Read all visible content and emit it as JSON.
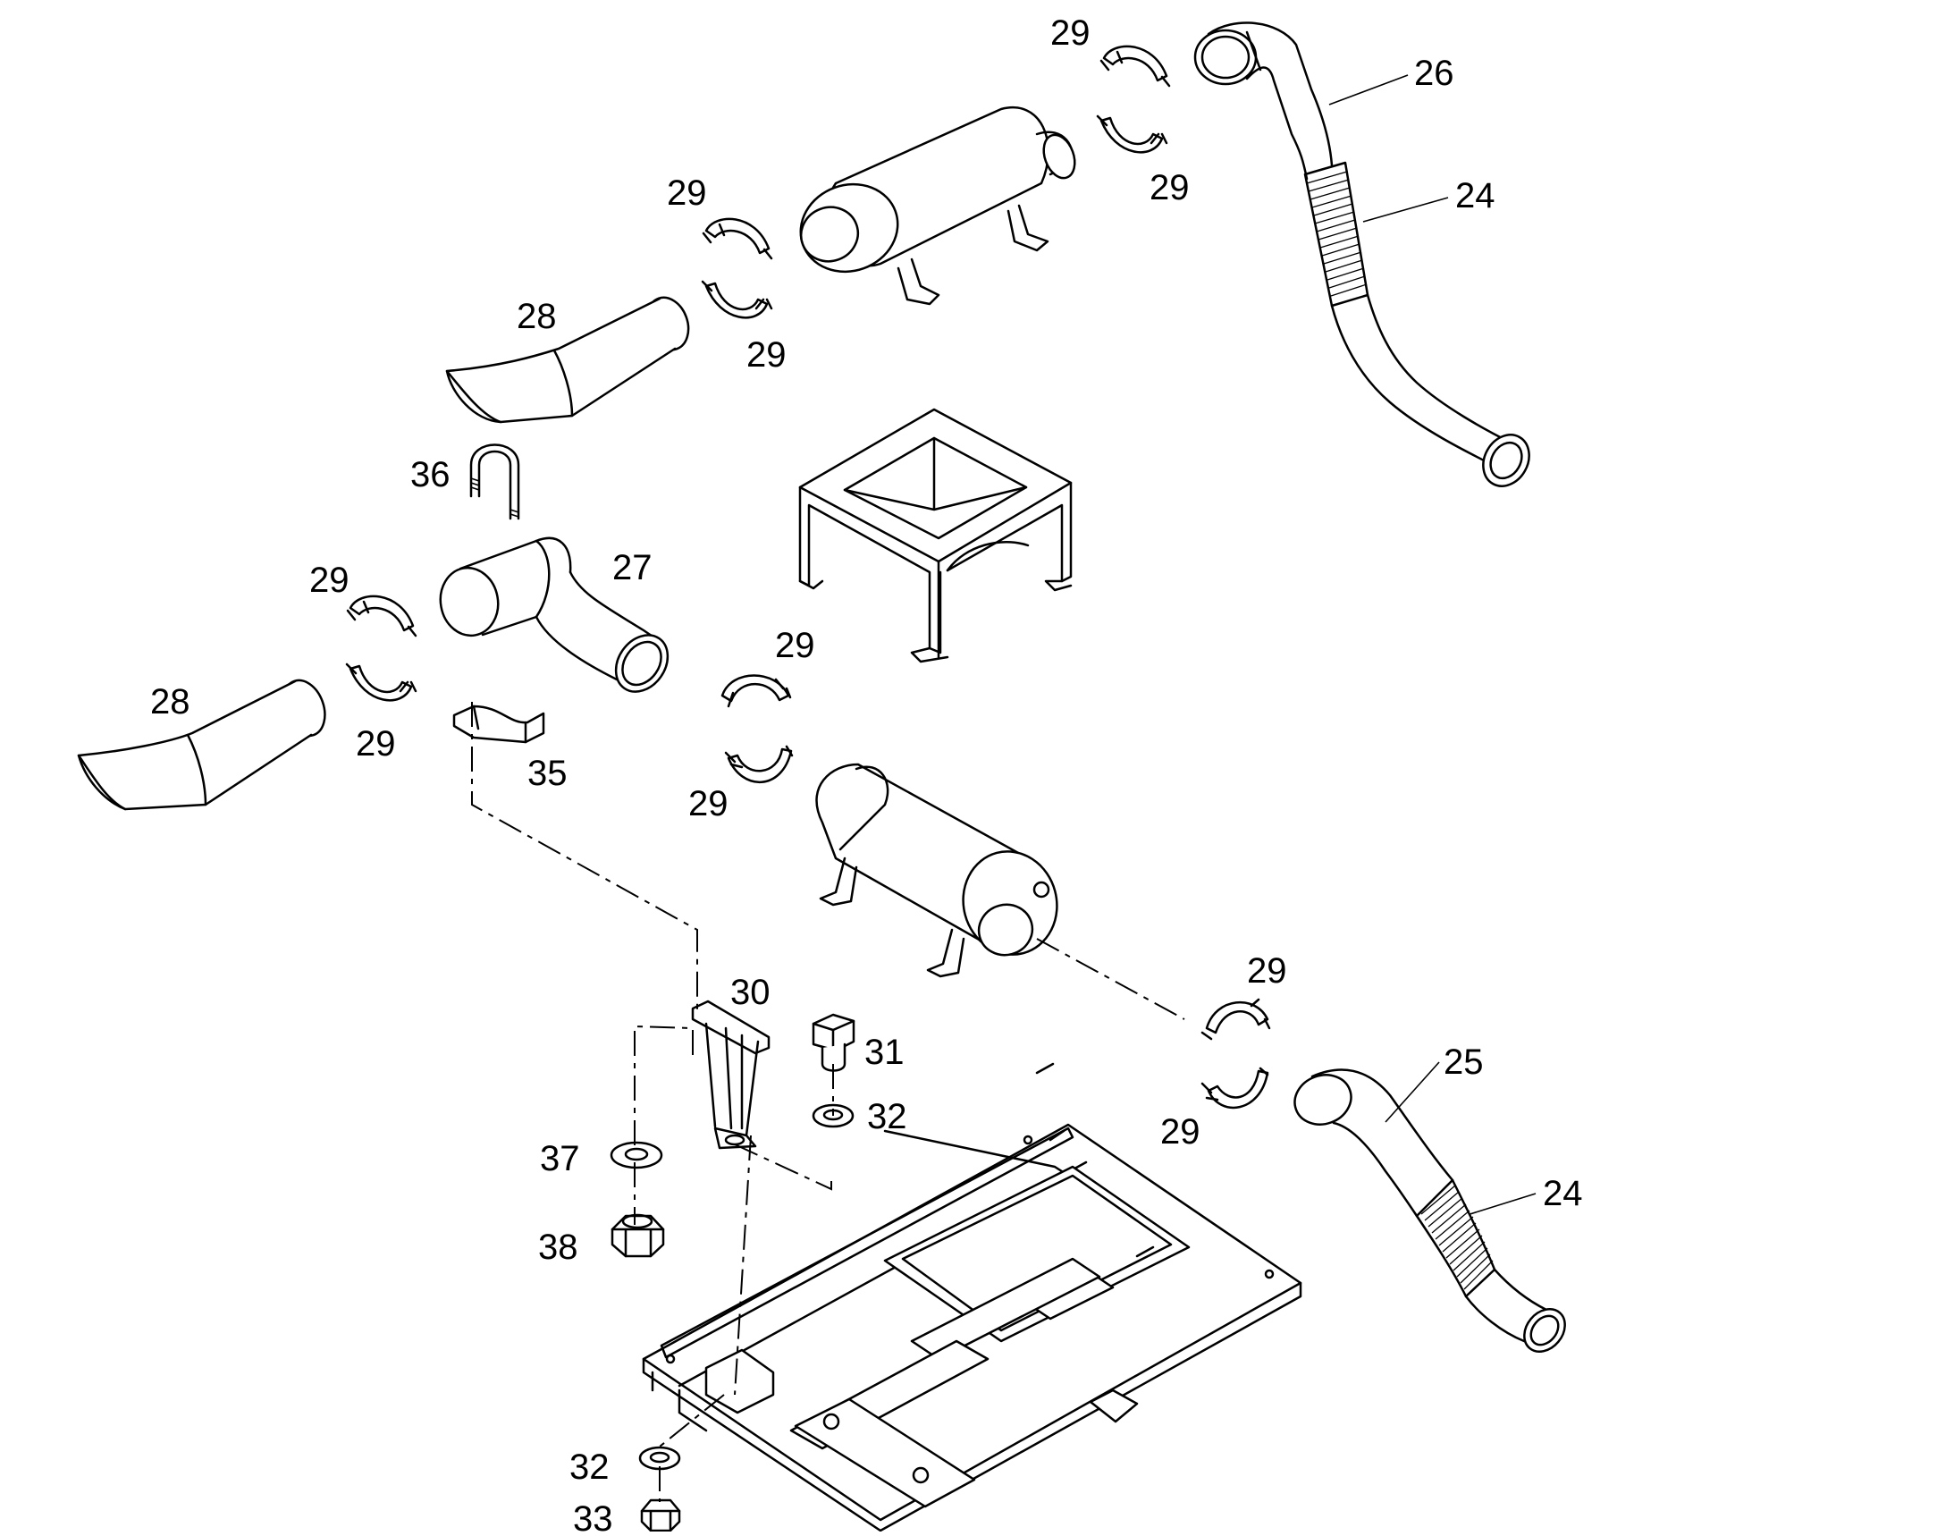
{
  "diagram": {
    "callouts": [
      {
        "id": "c-29-a",
        "label": "29"
      },
      {
        "id": "c-26",
        "label": "26"
      },
      {
        "id": "c-29-b",
        "label": "29"
      },
      {
        "id": "c-24-a",
        "label": "24"
      },
      {
        "id": "c-29-c",
        "label": "29"
      },
      {
        "id": "c-28-a",
        "label": "28"
      },
      {
        "id": "c-29-d",
        "label": "29"
      },
      {
        "id": "c-36",
        "label": "36"
      },
      {
        "id": "c-27",
        "label": "27"
      },
      {
        "id": "c-29-e",
        "label": "29"
      },
      {
        "id": "c-29-f",
        "label": "29"
      },
      {
        "id": "c-28-b",
        "label": "28"
      },
      {
        "id": "c-29-g",
        "label": "29"
      },
      {
        "id": "c-35",
        "label": "35"
      },
      {
        "id": "c-29-h",
        "label": "29"
      },
      {
        "id": "c-30",
        "label": "30"
      },
      {
        "id": "c-31",
        "label": "31"
      },
      {
        "id": "c-32-a",
        "label": "32"
      },
      {
        "id": "c-37",
        "label": "37"
      },
      {
        "id": "c-38",
        "label": "38"
      },
      {
        "id": "c-29-i",
        "label": "29"
      },
      {
        "id": "c-25",
        "label": "25"
      },
      {
        "id": "c-29-j",
        "label": "29"
      },
      {
        "id": "c-24-b",
        "label": "24"
      },
      {
        "id": "c-32-b",
        "label": "32"
      },
      {
        "id": "c-33",
        "label": "33"
      }
    ]
  }
}
